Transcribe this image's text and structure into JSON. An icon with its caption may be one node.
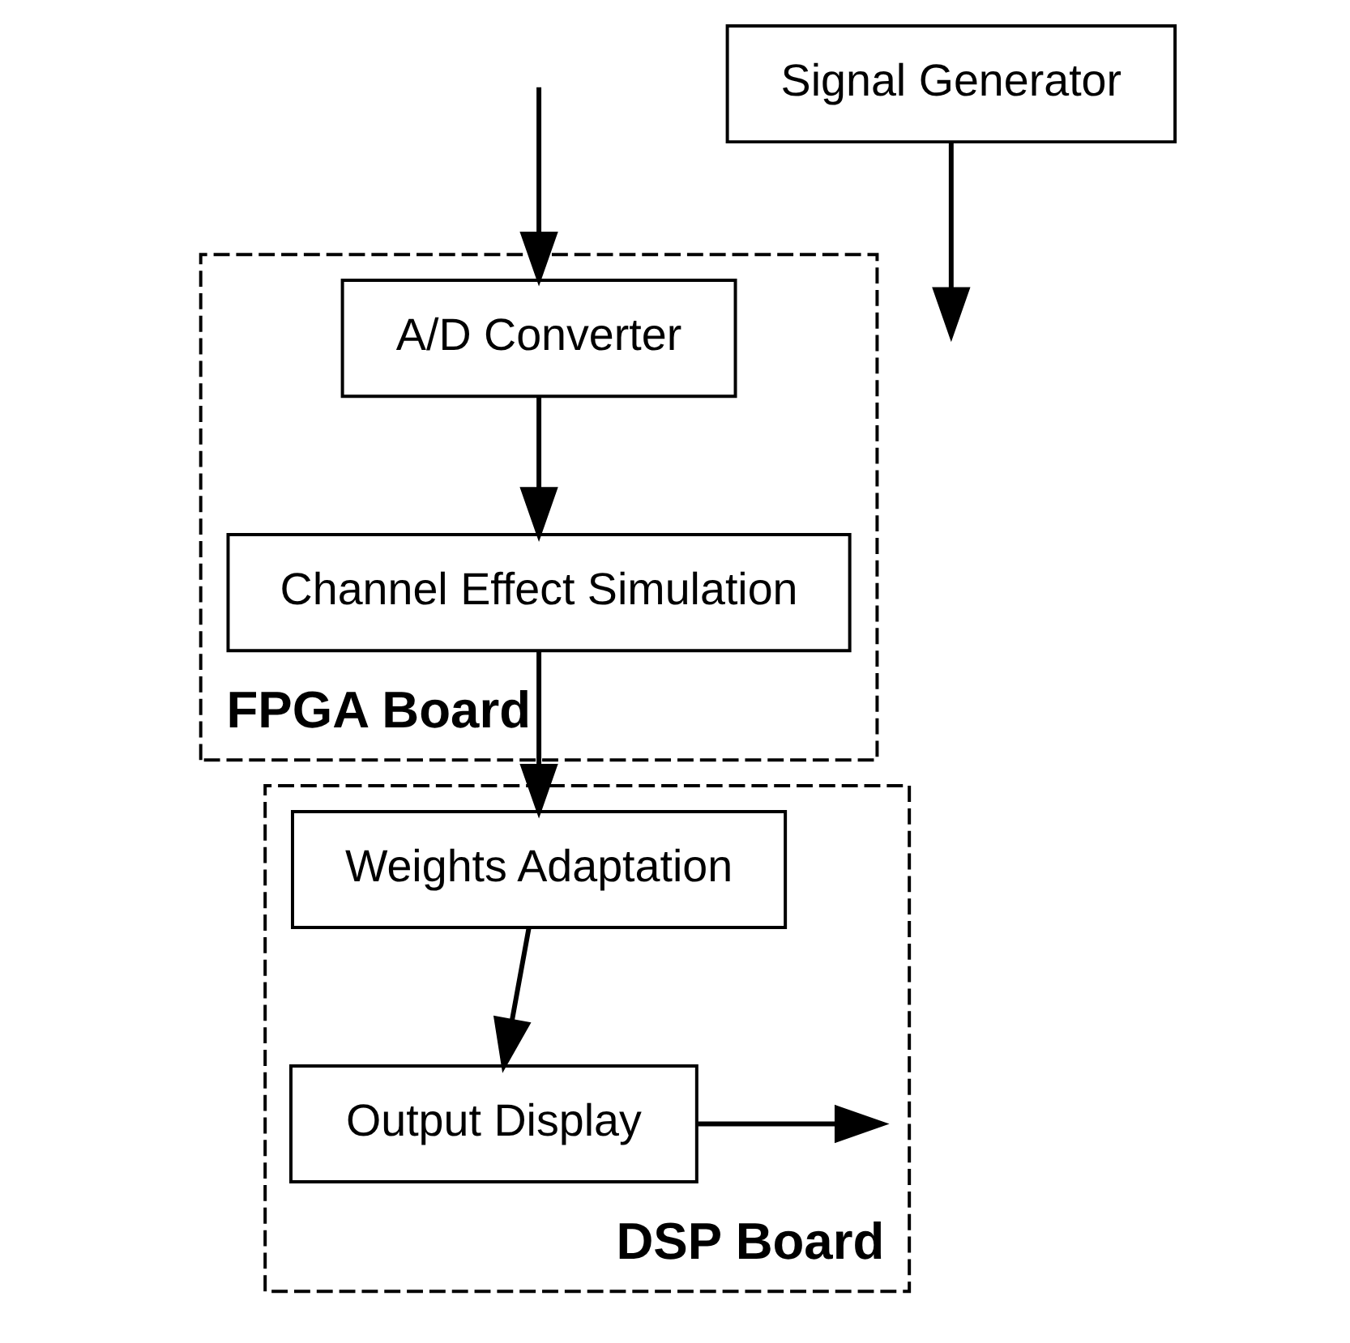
{
  "diagram": {
    "nodes": [
      {
        "text": [
          "FPGA Board"
        ]
      },
      {
        "text": [
          "Signal Generator"
        ]
      },
      {
        "text": [
          "A/D Converter"
        ],
        "in": 0
      },
      {
        "text": [
          "Channel Effect Simulation"
        ],
        "in": 0
      },
      {
        "text": [
          "DSP Board"
        ]
      },
      {
        "text": [
          "Output Display"
        ],
        "in": 4
      },
      {
        "text": [
          "Weights Adaptation"
        ],
        "in": 4
      }
    ],
    "edges": [
      {
        "from": 1,
        "to": null,
        "arrow": "to"
      },
      {
        "from": null,
        "to": 2,
        "arrow": "to"
      },
      {
        "from": 2,
        "to": 3,
        "arrow": "to"
      },
      {
        "from": 3,
        "to": 6,
        "arrow": "to"
      },
      {
        "from": 6,
        "to": 5,
        "arrow": "to"
      },
      {
        "from": 5,
        "to": null,
        "arrow": "to"
      }
    ]
  }
}
